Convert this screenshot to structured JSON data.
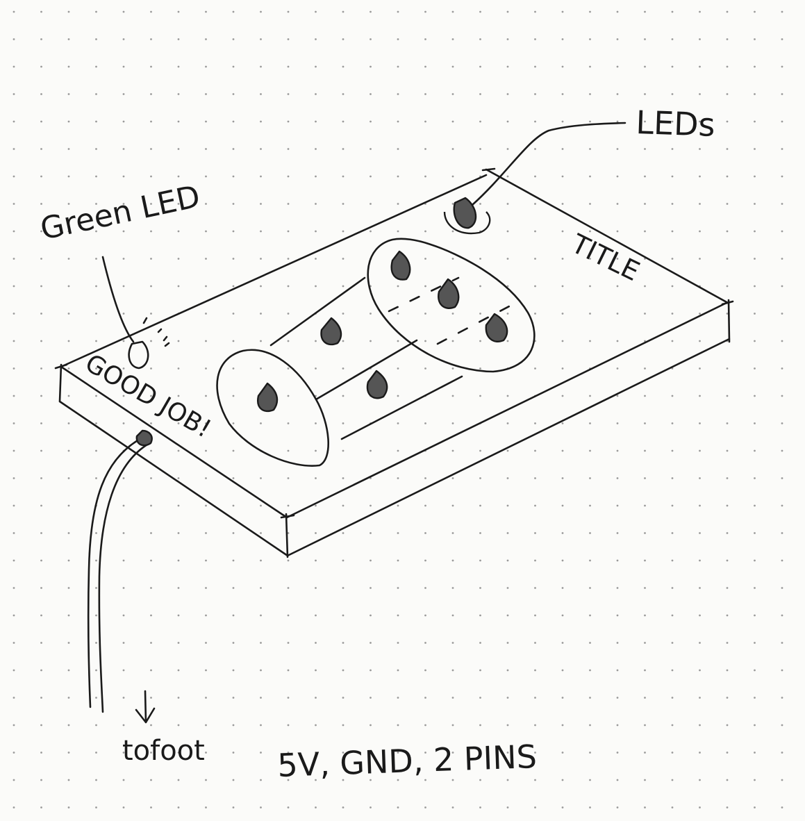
{
  "labels": {
    "leds": "LEDs",
    "green_led": "Green LED",
    "title": "TITLE",
    "good_job": "GOOD JOB!",
    "to_foot": "tofoot",
    "pins": "5V, GND, 2 PINS"
  },
  "colors": {
    "paper": "#fbfbf9",
    "dots": "#9a9a9a",
    "ink": "#1a1a1a",
    "led_fill": "#555555"
  },
  "icons": {
    "led": "led-icon",
    "arrow": "arrow-down-icon"
  }
}
